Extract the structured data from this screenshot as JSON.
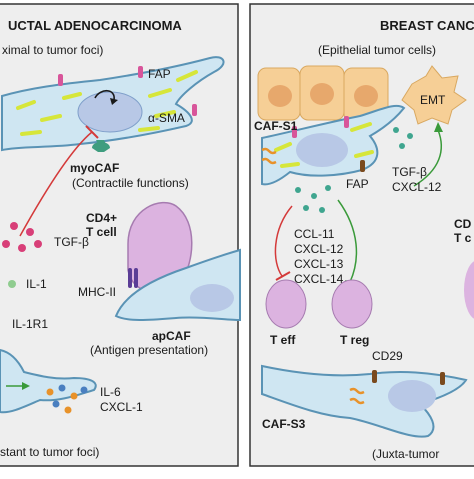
{
  "left_panel": {
    "title": "UCTAL ADENOCARCINOMA",
    "subtitle": "ximal to tumor foci)",
    "fap_label": "FAP",
    "sma_label": "α-SMA",
    "myocaf_label": "myoCAF",
    "myocaf_desc": "(Contractile functions)",
    "tgfb_label": "TGF-β",
    "il1_label": "IL-1",
    "cd4_line1": "CD4+",
    "cd4_line2": "T cell",
    "mhc_label": "MHC-II",
    "il1r1_label": "IL-1R1",
    "apcaf_label": "apCAF",
    "apcaf_desc": "(Antigen presentation)",
    "il6_label": "IL-6",
    "cxcl1_label": "CXCL-1",
    "footer": "stant to tumor foci)"
  },
  "right_panel": {
    "title": "BREAST CANC",
    "subtitle": "(Epithelial tumor cells)",
    "emt_label": "EMT",
    "cafs1_label": "CAF-S1",
    "fap_label": "FAP",
    "tgfb_label": "TGF-β",
    "cxcl12_label": "CXCL-12",
    "chemokines": [
      "CCL-11",
      "CXCL-12",
      "CXCL-13",
      "CXCL-14"
    ],
    "cd_cut_line1": "CD",
    "cd_cut_line2": "T c",
    "teff_label": "T eff",
    "treg_label": "T reg",
    "cd29_label": "CD29",
    "cafs3_label": "CAF-S3",
    "footer": "(Juxta-tumor"
  },
  "colors": {
    "caf_body": "#cfe6f2",
    "caf_edge": "#5a93b5",
    "nucleus": "#b8c8e6",
    "fiber": "#d6e63a",
    "fap": "#d8559a",
    "tgfb_dot": "#d83f78",
    "il1_dot": "#8fcc8f",
    "chemokine_dot": "#3fa58f",
    "tumor_cell": "#f6cf96",
    "tumor_nucleus": "#e7a86c",
    "tcell": "#dcb3e0",
    "mhc": "#5b3d96",
    "inhibit": "#d43a3a",
    "activate": "#3a9a3a",
    "cd29_marker": "#7a4a1e",
    "orange_receptor": "#e8922a"
  }
}
